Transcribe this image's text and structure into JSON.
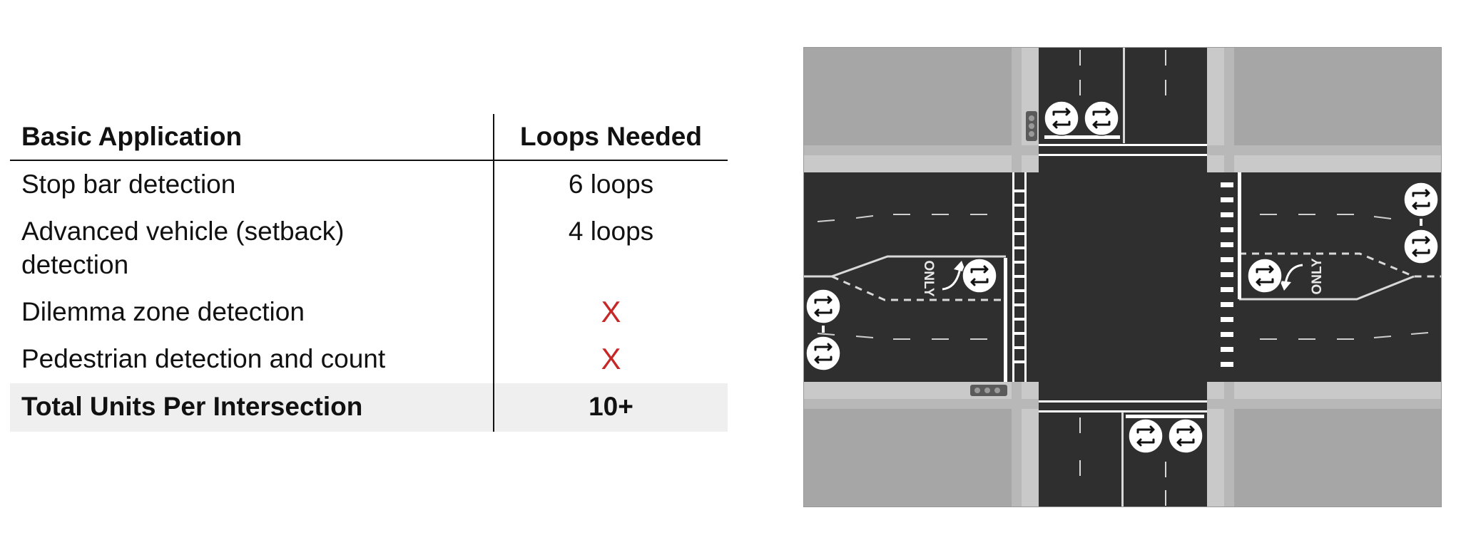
{
  "table": {
    "headers": [
      "Basic Application",
      "Loops Needed"
    ],
    "rows": [
      {
        "application": "Stop bar detection",
        "loops": "6 loops"
      },
      {
        "application": "Advanced vehicle (setback) detection",
        "loops": "4 loops"
      },
      {
        "application": "Dilemma zone detection",
        "loops": "X"
      },
      {
        "application": "Pedestrian detection and count",
        "loops": "X"
      }
    ],
    "total": {
      "label": "Total Units Per Intersection",
      "value": "10+"
    }
  },
  "diagram": {
    "lane_marking_text": "ONLY",
    "icon": "loop-detector-icon",
    "loop_count": 10,
    "colors": {
      "road": "#2f2f2f",
      "block": "#a6a6a6",
      "sidewalk": "#c9c9c9",
      "marking": "#ffffff",
      "x_mark": "#c62828"
    }
  }
}
